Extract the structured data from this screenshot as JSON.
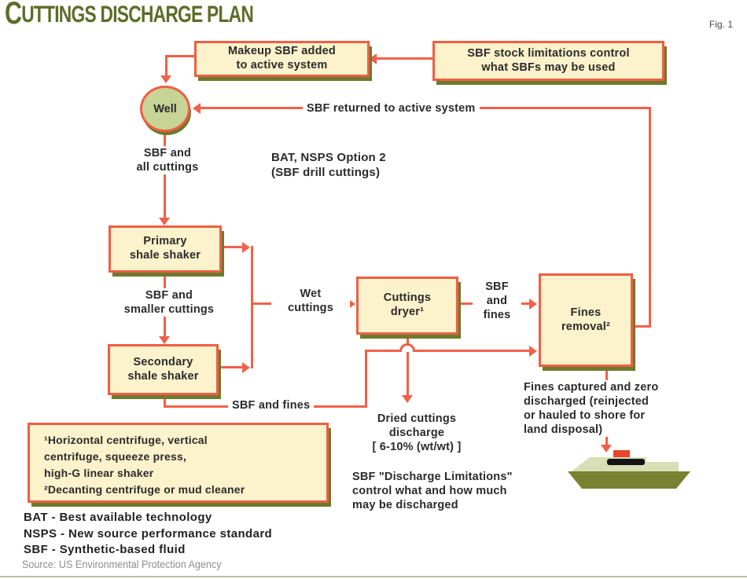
{
  "title": {
    "initial": "C",
    "rest": "UTTINGS DISCHARGE PLAN"
  },
  "fig_label": "Fig. 1",
  "nodes": {
    "makeup": "Makeup SBF added\nto active system",
    "sbf_stock": "SBF stock limitations control\nwhat SBFs may be used",
    "well": "Well",
    "primary_shaker": "Primary\nshale shaker",
    "secondary_shaker": "Secondary\nshale shaker",
    "cuttings_dryer": "Cuttings\ndryer¹",
    "fines_removal": "Fines\nremoval²",
    "footnotes": "¹Horizontal centrifuge, vertical\ncentrifuge, squeeze press,\nhigh-G linear shaker\n²Decanting centrifuge or mud cleaner"
  },
  "labels": {
    "sbf_returned": "SBF returned to active system",
    "sbf_all_cuttings": "SBF and\nall cuttings",
    "bat_option": "BAT, NSPS Option 2\n(SBF drill cuttings)",
    "sbf_smaller_cuttings": "SBF and\nsmaller cuttings",
    "wet_cuttings": "Wet\ncuttings",
    "sbf_and_fines_right": "SBF\nand\nfines",
    "sbf_and_fines_bottom": "SBF and fines",
    "dried_cuttings": "Dried cuttings\ndischarge\n[ 6-10% (wt/wt) ]",
    "fines_captured": "Fines captured and zero\ndischarged (reinjected\nor hauled to shore for\nland disposal)",
    "discharge_limits": "SBF \"Discharge Limitations\"\ncontrol what and how much\nmay be discharged"
  },
  "legend": {
    "lines": "BAT - Best available technology\nNSPS - New source performance standard\nSBF - Synthetic-based fluid",
    "source": "Source: US Environmental Protection Agency"
  },
  "colors": {
    "arrow_red": "#f2604a",
    "box_border": "#ef5e44",
    "box_fill": "#fcf2cb",
    "shadow_olive": "#6d7a2d",
    "well_fill": "#c8d396",
    "title_green": "#5d6d28",
    "text_dark": "#2b2b2b",
    "source_gray": "#8f8f8f",
    "ship_hull": "#78812f",
    "ship_deck": "#d8deb5",
    "ship_funnel": "#e8432b",
    "ship_windows": "#141414"
  }
}
